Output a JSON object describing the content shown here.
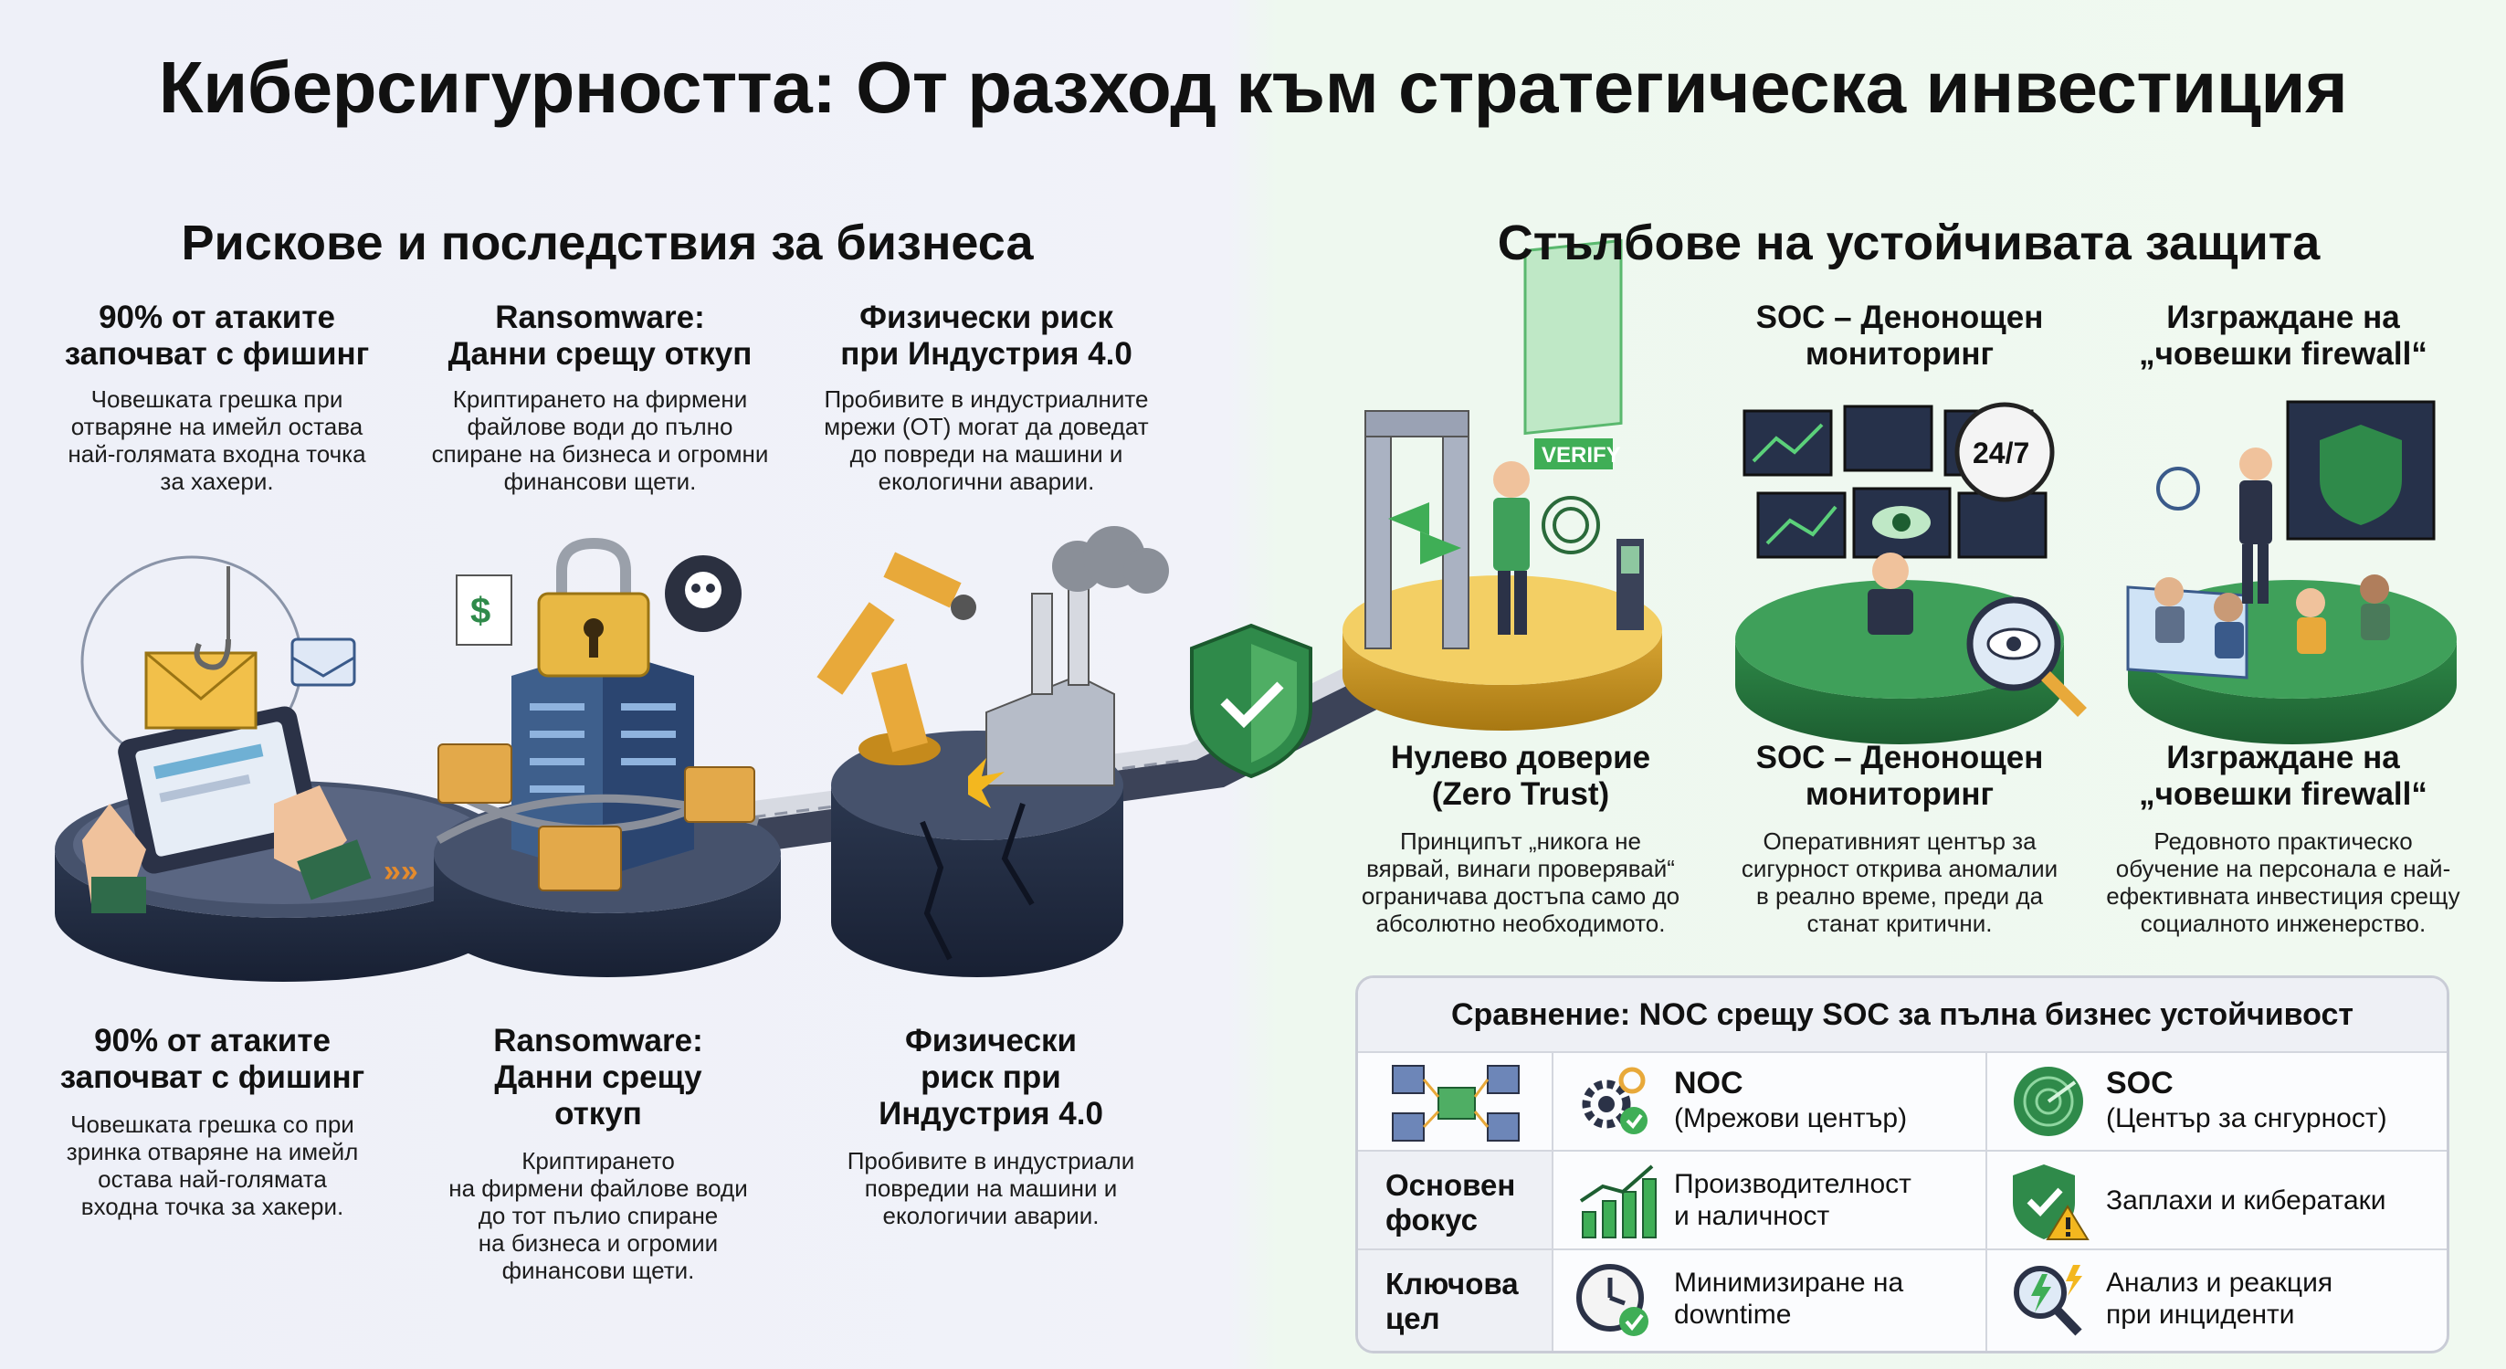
{
  "title": "Киберсигурността: От разход към стратегическа инвестиция",
  "left_section": "Рискове и последствия за бизнеса",
  "right_section": "Стълбове на устойчивата защита",
  "risks_top": [
    {
      "title": "90% от атаките\nзапочват с фишинг",
      "body": "Човешката грешка при\nотваряне на имейл остава\nнай-голямата входна точка\nза хахери."
    },
    {
      "title": "Ransomware:\nДанни срещу откуп",
      "body": "Криптирането на фирмени\nфайлове води до пълно\nспиране на бизнеса и огромни\nфинансови щети."
    },
    {
      "title": "Физически риск\nпри Индустрия 4.0",
      "body": "Пробивите в индустриалните\nмрежи (ОТ) могат да доведат\nдо повреди на машини и\nекологични аварии."
    }
  ],
  "risks_bottom": [
    {
      "title": "90% от атаките\nзапочват с фишинг",
      "body": "Човешката грешка со при\nзринка отваряне на имейл\nостава най-голямата\nвходна точка за хакери."
    },
    {
      "title": "Ransomware:\nДанни срещу\nоткуп",
      "body": "Криптирането\nна фирмени файлове води\nдо тот пълио спиране\nна бизнеса и огромии\nфинансови щети."
    },
    {
      "title": "Физически\nриск при\nИндустрия 4.0",
      "body": "Пробивите в индустриали\nповредии на машини и\nекологичии аварии."
    }
  ],
  "pillars_top": [
    {
      "title": "SOC – Денонощен\nмониторинг"
    },
    {
      "title": "Изграждане на\n„човешки firewall“"
    }
  ],
  "pillars_bottom": [
    {
      "title": "Нулево доверие\n(Zero Trust)",
      "body": "Принципът „никога не\nвярвай, винаги проверявай“\nограничава достъпа само до\nабсолютно необходимото."
    },
    {
      "title": "SOC – Денонощен\nмониторинг",
      "body": "Оперативният център за\nсигурност открива аномалии\nв реално време, преди да\nстанат критични."
    },
    {
      "title": "Изграждане на\n„човешки firewall“",
      "body": "Редовното практическо\nобучение на персонала е най-\nефективната инвестиция срещу\nсоциалното инженерство."
    }
  ],
  "illustration_labels": {
    "verify": "VERIFY",
    "clock": "24/7",
    "money": "$"
  },
  "comparison": {
    "title": "Сравнение: NOC срещу SOC за пълна бизнес устойчивост",
    "noc_name": "NOC",
    "noc_sub": "(Мрежови център)",
    "soc_name": "SOC",
    "soc_sub": "(Център за снгурност)",
    "row1_label": "Основен\nфокус",
    "row1_noc": "Производителност\nи наличност",
    "row1_soc": "Заплахи и кибератаки",
    "row2_label": "Ключова\nцел",
    "row2_noc": "Минимизиране на\ndowntime",
    "row2_soc": "Анализ и реакция\nпри инциденти"
  },
  "colors": {
    "accent_green": "#3a9a52",
    "gold": "#e8b844",
    "navy": "#2a3650",
    "shield": "#2f8a4a"
  }
}
